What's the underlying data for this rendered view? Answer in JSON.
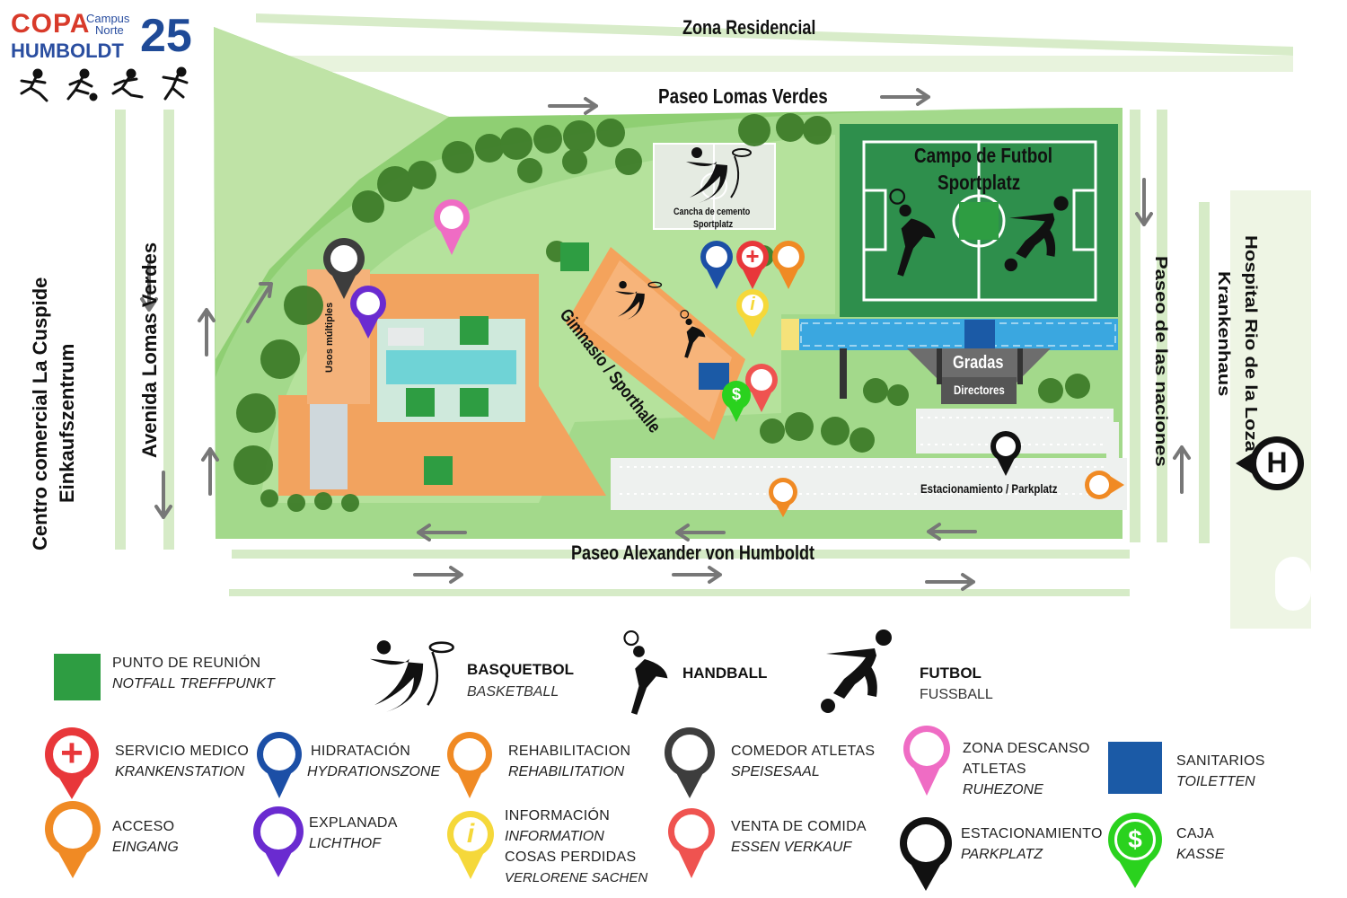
{
  "logo": {
    "copa": "COPA",
    "campus_line1": "Campus",
    "campus_line2": "Norte",
    "humboldt": "HUMBOLDT",
    "year": "25"
  },
  "streets": {
    "zona_residencial": "Zona Residencial",
    "paseo_lomas_verdes": "Paseo Lomas Verdes",
    "avenida_lomas_verdes": "Avenida Lomas Verdes",
    "centro_comercial_line1": "Centro comercial La Cuspide",
    "centro_comercial_line2": "Einkaufszentrum",
    "paseo_humboldt": "Paseo Alexander von Humboldt",
    "paseo_naciones": "Paseo de las naciones",
    "hospital_line1": "Hospital Rio de la Loza",
    "hospital_line2": "Krankenhaus"
  },
  "places": {
    "campo_futbol_line1": "Campo de Futbol",
    "campo_futbol_line2": "Sportplatz",
    "cancha_line1": "Cancha de cemento",
    "cancha_line2": "Sportplatz",
    "gimnasio": "Gimnasio / Sporthalle",
    "usos_multiples": "Usos múltiples",
    "gradas": "Gradas",
    "directores": "Directores",
    "estacionamiento": "Estacionamiento / Parkplatz"
  },
  "legend": {
    "punto_reunion": {
      "title": "PUNTO DE REUNIÓN",
      "sub": "NOTFALL TREFFPUNKT"
    },
    "basquetbol": {
      "title": "BASQUETBOL",
      "sub": "BASKETBALL"
    },
    "handball": {
      "title": "HANDBALL"
    },
    "futbol": {
      "title": "FUTBOL",
      "sub": "FUSSBALL"
    },
    "servicio_medico": {
      "title": "SERVICIO MEDICO",
      "sub": "KRANKENSTATION",
      "color": "#e8373a"
    },
    "hidratacion": {
      "title": "HIDRATACIÓN",
      "sub": "HYDRATIONSZONE",
      "color": "#1c4fa6"
    },
    "rehabilitacion": {
      "title": "REHABILITACION",
      "sub": "REHABILITATION",
      "color": "#f08a24"
    },
    "comedor": {
      "title": "COMEDOR ATLETAS",
      "sub": "SPEISESAAL",
      "color": "#3d3d3d"
    },
    "zona_descanso": {
      "title_line1": "ZONA DESCANSO",
      "title_line2": "ATLETAS",
      "sub": "RUHEZONE",
      "color": "#ef6cc4"
    },
    "sanitarios": {
      "title": "SANITARIOS",
      "sub": "TOILETTEN",
      "color": "#1b5aa6"
    },
    "acceso": {
      "title": "ACCESO",
      "sub": "EINGANG",
      "color": "#f08a24"
    },
    "explanada": {
      "title": "EXPLANADA",
      "sub": "LICHTHOF",
      "color": "#6a2bd0"
    },
    "informacion": {
      "title": "INFORMACIÓN",
      "sub": "INFORMATION",
      "title2": "COSAS PERDIDAS",
      "sub2": "VERLORENE SACHEN",
      "color": "#f5d83a"
    },
    "venta_comida": {
      "title": "VENTA DE COMIDA",
      "sub": "ESSEN VERKAUF",
      "color": "#ef5350"
    },
    "estacionamiento": {
      "title": "ESTACIONAMIENTO",
      "sub": "PARKPLATZ",
      "color": "#111111"
    },
    "caja": {
      "title": "CAJA",
      "sub": "KASSE",
      "color": "#2ad21e"
    }
  },
  "icons": {
    "h": "H",
    "i": "i",
    "dollar": "$",
    "plus": "+"
  }
}
